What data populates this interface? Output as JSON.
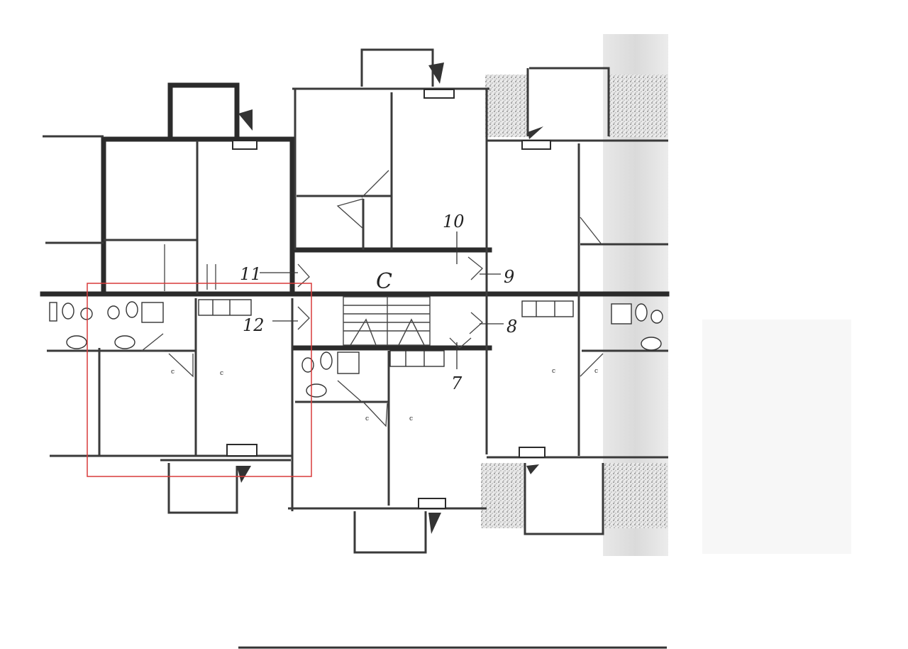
{
  "labels": {
    "hall": "C",
    "n10": "10",
    "n11": "11",
    "n9": "9",
    "n12": "12",
    "n8": "8",
    "n7": "7",
    "room": "c"
  },
  "colors": {
    "wall": "#2b2b2b",
    "thin_wall": "#3a3a3a",
    "highlight_box": "#d93a3a",
    "hatch": "#9a9a9a"
  }
}
